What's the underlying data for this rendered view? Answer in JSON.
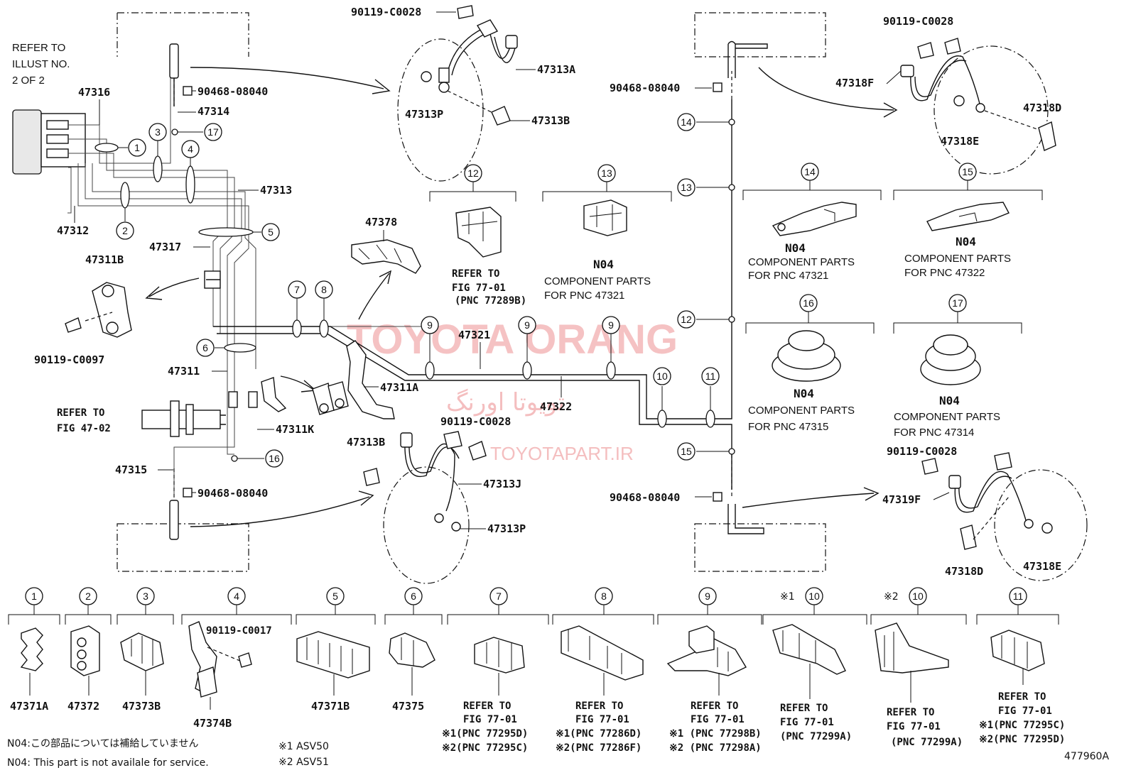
{
  "refer_illust": [
    "REFER TO",
    "ILLUST NO.",
    "2 OF 2"
  ],
  "parts": {
    "p90119_c0028_a": "90119-C0028",
    "p47313a": "47313A",
    "p47313p_a": "47313P",
    "p47313b_a": "47313B",
    "p90468_a": "90468-08040",
    "p47314": "47314",
    "p47316": "47316",
    "p47313": "47313",
    "p47312": "47312",
    "p47317": "47317",
    "p47311b": "47311B",
    "p90119_c0097": "90119-C0097",
    "p47378": "47378",
    "p47321": "47321",
    "p47311": "47311",
    "p47311a": "47311A",
    "p47322": "47322",
    "p47311k": "47311K",
    "p47315": "47315",
    "p90468_b": "90468-08040",
    "p47313b_b": "47313B",
    "p90119_c0028_b": "90119-C0028",
    "p47313j": "47313J",
    "p47313p_b": "47313P",
    "p90468_c": "90468-08040",
    "p90119_c0028_c": "90119-C0028",
    "p47318f": "47318F",
    "p47318d_a": "47318D",
    "p47318e_a": "47318E",
    "p90468_d": "90468-08040",
    "p90119_c0028_d": "90119-C0028",
    "p47319f": "47319F",
    "p47318d_b": "47318D",
    "p47318e_b": "47318E"
  },
  "refer_fig_47": [
    "REFER TO",
    "FIG 47-02"
  ],
  "refer_77289b": [
    "REFER TO",
    "FIG 77-01",
    "(PNC 77289B)"
  ],
  "component_parts": {
    "c13": {
      "code": "N04",
      "line1": "COMPONENT PARTS",
      "line2": "FOR PNC 47321"
    },
    "c14": {
      "code": "N04",
      "line1": "COMPONENT PARTS",
      "line2": "FOR PNC 47321"
    },
    "c15": {
      "code": "N04",
      "line1": "COMPONENT PARTS",
      "line2": "FOR PNC 47322"
    },
    "c16": {
      "code": "N04",
      "line1": "COMPONENT PARTS",
      "line2": "FOR PNC 47315"
    },
    "c17": {
      "code": "N04",
      "line1": "COMPONENT PARTS",
      "line2": "FOR PNC 47314"
    }
  },
  "circle_numbers": [
    "1",
    "2",
    "3",
    "4",
    "5",
    "6",
    "7",
    "8",
    "9",
    "10",
    "11",
    "12",
    "13",
    "14",
    "15",
    "16",
    "17"
  ],
  "bottom_row": {
    "b1": "47371A",
    "b2": "47372",
    "b3": "47373B",
    "b4": "47374B",
    "b4_bolt": "90119-C0017",
    "b5": "47371B",
    "b6": "47375",
    "b7": [
      "REFER TO",
      "FIG 77-01",
      "※1(PNC 77295D)",
      "※2(PNC 77295C)"
    ],
    "b8": [
      "REFER TO",
      "FIG 77-01",
      "※1(PNC 77286D)",
      "※2(PNC 77286F)"
    ],
    "b9": [
      "REFER TO",
      "FIG 77-01",
      "※1 (PNC 77298B)",
      "※2 (PNC 77298A)"
    ],
    "b10a_mark": "※1",
    "b10a": [
      "REFER TO",
      "FIG 77-01",
      "(PNC 77299A)"
    ],
    "b10b_mark": "※2",
    "b10b": [
      "REFER TO",
      "FIG 77-01",
      "(PNC 77299A)"
    ],
    "b11": [
      "REFER TO",
      "FIG 77-01",
      "※1(PNC 77295C)",
      "※2(PNC 77295D)"
    ]
  },
  "notes": {
    "n04_jp": "N04:この部品については補給していません",
    "n04_en": "N04: This part is not availale for service.",
    "asv50": "※1 ASV50",
    "asv51": "※2 ASV51"
  },
  "figure_id": "477960A",
  "watermark": {
    "en": "TOYOTA ORANG",
    "fa": "تویوتا اورنگ",
    "url": "TOYOTAPART.IR"
  }
}
